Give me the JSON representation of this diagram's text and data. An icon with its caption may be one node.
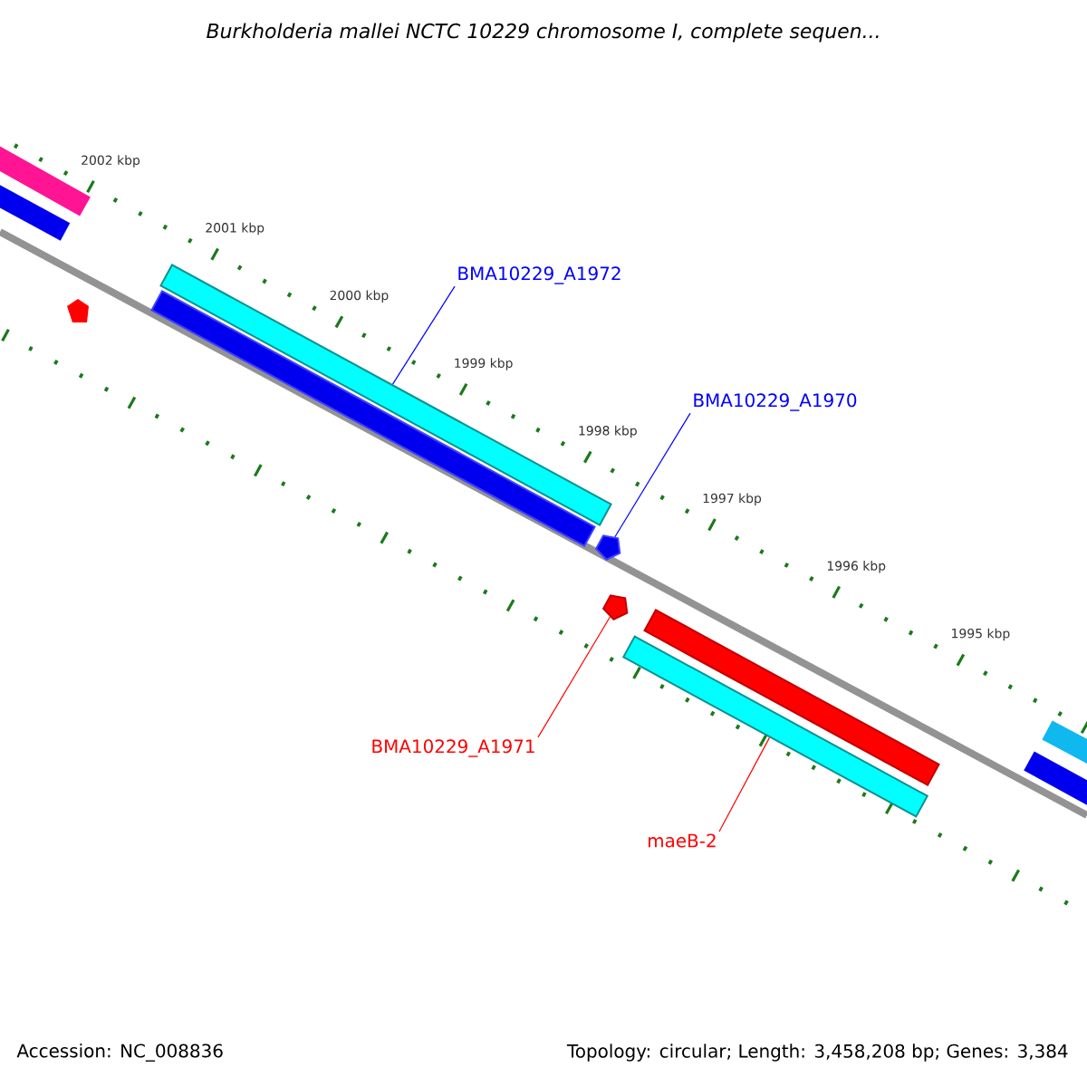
{
  "diagram": {
    "title": "Burkholderia mallei NCTC 10229 chromosome I, complete sequen...",
    "nodes": [
      {
        "text": [
          "BMA10229_A1972"
        ]
      },
      {
        "text": [],
        "shape": "bar"
      },
      {
        "text": [
          "BMA10229_A1970"
        ]
      },
      {
        "text": [],
        "shape": "pentagon"
      },
      {
        "text": [
          "BMA10229_A1971"
        ]
      },
      {
        "text": [],
        "shape": "pentagon"
      },
      {
        "text": [
          "maeB-2"
        ]
      },
      {
        "text": [],
        "shape": "bar"
      }
    ],
    "edges": [
      {
        "from": 0,
        "to": 1,
        "arrow": "none",
        "color": "#0000ff"
      },
      {
        "from": 2,
        "to": 3,
        "arrow": "none",
        "color": "#0000ff"
      },
      {
        "from": 4,
        "to": 5,
        "arrow": "none",
        "color": "#ff0000"
      },
      {
        "from": 6,
        "to": 7,
        "arrow": "none",
        "color": "#ff0000"
      }
    ],
    "labels": [
      "2002 kbp",
      "2001 kbp",
      "2000 kbp",
      "1999 kbp",
      "1998 kbp",
      "1997 kbp",
      "1996 kbp",
      "1995 kbp",
      "Accession: NC_008836",
      "Topology: circular; Length: 3,458,208 bp; Genes: 3,384"
    ]
  }
}
